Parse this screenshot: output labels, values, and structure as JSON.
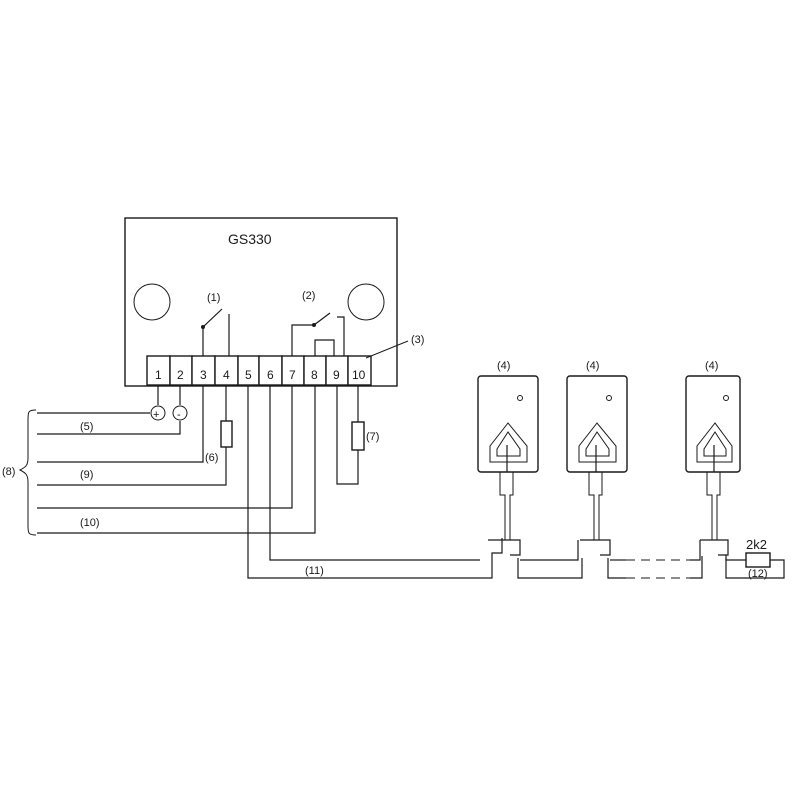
{
  "device": {
    "title": "GS330",
    "terminals": [
      "1",
      "2",
      "3",
      "4",
      "5",
      "6",
      "7",
      "8",
      "9",
      "10"
    ]
  },
  "polarity": {
    "plus": "+",
    "minus": "-"
  },
  "callouts": {
    "c1": "(1)",
    "c2": "(2)",
    "c3": "(3)",
    "c4": "(4)",
    "c5": "(5)",
    "c6": "(6)",
    "c7": "(7)",
    "c8": "(8)",
    "c9": "(9)",
    "c10": "(10)",
    "c11": "(11)",
    "c12": "(12)"
  },
  "resistor": {
    "value": "2k2"
  }
}
